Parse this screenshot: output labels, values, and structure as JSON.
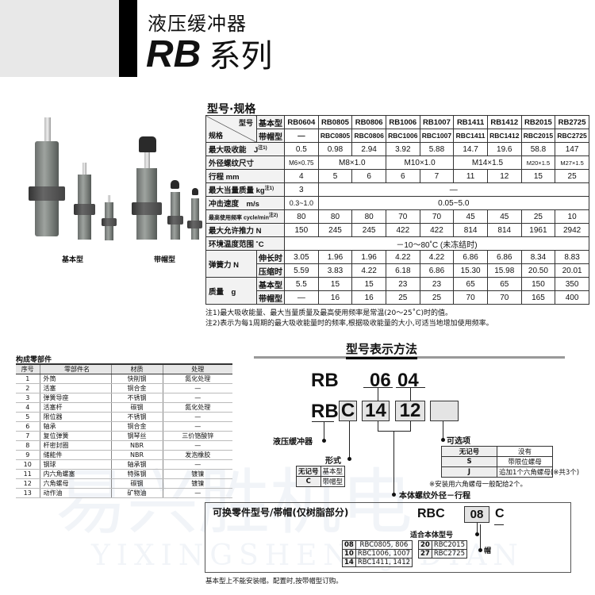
{
  "header": {
    "subtitle": "液压缓冲器",
    "series_code": "RB",
    "series_suffix": "系列"
  },
  "watermark": {
    "cn": "易兴胜机电",
    "en": "YIXINGSHENGJIDIAN"
  },
  "products": {
    "basic_label": "基本型",
    "capped_label": "带帽型"
  },
  "spec": {
    "title": "型号·规格",
    "corner_top": "型号",
    "corner_bottom": "规格",
    "basic_label": "基本型",
    "capped_label": "带帽型",
    "basic_models": [
      "RB0604",
      "RB0805",
      "RB0806",
      "RB1006",
      "RB1007",
      "RB1411",
      "RB1412",
      "RB2015",
      "RB2725"
    ],
    "capped_models": [
      "—",
      "RBC0805",
      "RBC0806",
      "RBC1006",
      "RBC1007",
      "RBC1411",
      "RBC1412",
      "RBC2015",
      "RBC2725"
    ],
    "rows": {
      "energy": {
        "label": "最大吸收能　J",
        "note": "注1)",
        "values": [
          "0.5",
          "0.98",
          "2.94",
          "3.92",
          "5.88",
          "14.7",
          "19.6",
          "58.8",
          "147"
        ]
      },
      "thread": {
        "label": "外径螺纹尺寸",
        "values": [
          "M6×0.75",
          "M8×1.0",
          "M10×1.0",
          "M14×1.5",
          "M20×1.5",
          "M27×1.5"
        ]
      },
      "stroke": {
        "label": "行程 mm",
        "values": [
          "4",
          "5",
          "6",
          "6",
          "7",
          "11",
          "12",
          "15",
          "25"
        ]
      },
      "mass_eq": {
        "label": "最大当量质量 kg",
        "note": "注1)",
        "values": [
          "3",
          "—"
        ]
      },
      "speed": {
        "label": "冲击速度　m/s",
        "values": [
          "0.3~1.0",
          "0.05~5.0"
        ]
      },
      "freq": {
        "label": "最高使用频率 cycle/min",
        "note": "注2)",
        "values": [
          "80",
          "80",
          "80",
          "70",
          "70",
          "45",
          "45",
          "25",
          "10"
        ]
      },
      "thrust": {
        "label": "最大允许推力 N",
        "values": [
          "150",
          "245",
          "245",
          "422",
          "422",
          "814",
          "814",
          "1961",
          "2942"
        ]
      },
      "temp": {
        "label": "环境温度范围 ˚C",
        "value": "－10～80˚C (未冻结时)"
      },
      "spring": {
        "label": "弹簧力 N",
        "ext_label": "伸长时",
        "comp_label": "压缩时",
        "ext": [
          "3.05",
          "1.96",
          "1.96",
          "4.22",
          "4.22",
          "6.86",
          "6.86",
          "8.34",
          "8.83"
        ],
        "comp": [
          "5.59",
          "3.83",
          "4.22",
          "6.18",
          "6.86",
          "15.30",
          "15.98",
          "20.50",
          "20.01"
        ]
      },
      "weight": {
        "label": "质量　g",
        "basic_label": "基本型",
        "capped_label": "带帽型",
        "basic": [
          "5.5",
          "15",
          "15",
          "23",
          "23",
          "65",
          "65",
          "150",
          "350"
        ],
        "capped": [
          "—",
          "16",
          "16",
          "25",
          "25",
          "70",
          "70",
          "165",
          "400"
        ]
      }
    },
    "notes": [
      "注1)最大吸收能量、最大当量质量及最高使用频率是常温(20～25˚C)时的值。",
      "注2)表示为每1周期的最大吸收能量时的频率,根据吸收能量的大小,可适当地增加使用频率。"
    ]
  },
  "parts": {
    "title": "构成零部件",
    "headers": [
      "序号",
      "零部件名",
      "材质",
      "处理"
    ],
    "rows": [
      [
        "1",
        "外筒",
        "快削钢",
        "氮化处理"
      ],
      [
        "2",
        "活塞",
        "铜合金",
        "—"
      ],
      [
        "3",
        "弹簧导座",
        "不锈钢",
        "—"
      ],
      [
        "4",
        "活塞杆",
        "碳钢",
        "氮化处理"
      ],
      [
        "5",
        "限位器",
        "不锈钢",
        "—"
      ],
      [
        "6",
        "轴承",
        "铜合金",
        "—"
      ],
      [
        "7",
        "复位弹簧",
        "钢琴丝",
        "三价铬酸锌"
      ],
      [
        "8",
        "杆密封圈",
        "NBR",
        "—"
      ],
      [
        "9",
        "储能件",
        "NBR",
        "发泡橡胶"
      ],
      [
        "10",
        "钢球",
        "轴承钢",
        "—"
      ],
      [
        "11",
        "内六角螺塞",
        "特殊钢",
        "镀镍"
      ],
      [
        "12",
        "六角螺母",
        "碳钢",
        "镀镍"
      ],
      [
        "13",
        "动作油",
        "矿物油",
        "—"
      ]
    ]
  },
  "ordering": {
    "title": "型号表示方法",
    "ex_prefix": "RB",
    "ex_a": "06",
    "ex_b": "04",
    "prefix": "RB",
    "form_code": "C",
    "size": "14",
    "stroke": "12",
    "prefix_label": "液压缓冲器",
    "form_label": "形式",
    "form_rows": [
      [
        "无记号",
        "基本型"
      ],
      [
        "C",
        "带帽型"
      ]
    ],
    "body_label": "本体螺纹外径－行程",
    "option_label": "可选项",
    "option_rows": [
      [
        "无记号",
        "没有"
      ],
      [
        "S",
        "带限位螺母"
      ],
      [
        "J",
        "追加1个六角螺母(※共3个)"
      ]
    ],
    "option_note": "※安装用六角螺母一般配给2个。"
  },
  "replacement": {
    "title": "可换零件型号/帯帽(仅树脂部分)",
    "prefix": "RBC",
    "size": "08",
    "suffix": "C",
    "size_label": "适合本体型号",
    "cap_label": "帽",
    "left_rows": [
      [
        "08",
        "RBC0805, 806"
      ],
      [
        "10",
        "RBC1006, 1007"
      ],
      [
        "14",
        "RBC1411, 1412"
      ]
    ],
    "right_rows": [
      [
        "20",
        "RBC2015"
      ],
      [
        "27",
        "RBC2725"
      ]
    ],
    "footnote": "基本型上不能安装帽。配置时,按带帽型订购。"
  }
}
